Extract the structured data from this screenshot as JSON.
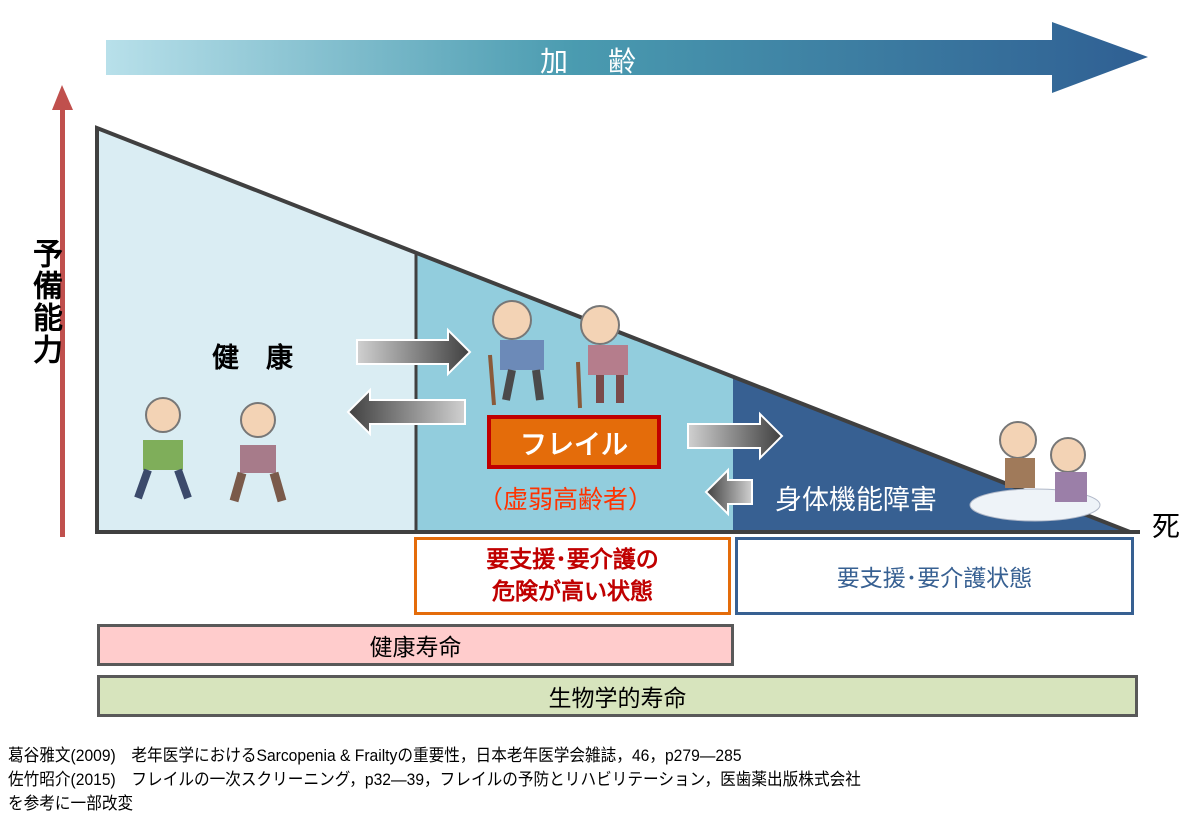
{
  "aging_label": "加　齢",
  "reserve_label": "予備能力",
  "death_label": "死",
  "stages": {
    "healthy": "健　康",
    "frailty": "フレイル",
    "frailty_sub": "（虚弱高齢者）",
    "disability": "身体機能障害"
  },
  "status_boxes": {
    "risk": [
      "要支援･要介護の",
      "危険が高い状態"
    ],
    "care": "要支援･要介護状態"
  },
  "lifespan_bars": {
    "healthy_life": "健康寿命",
    "biological_life": "生物学的寿命"
  },
  "references": [
    "葛谷雅文(2009)　老年医学におけるSarcopenia & Frailtyの重要性，日本老年医学会雑誌，46，p279―285",
    "佐竹昭介(2015)　フレイルの一次スクリーニング，p32―39，フレイルの予防とリハビリテーション，医歯薬出版株式会社",
    "を参考に一部改変"
  ],
  "colors": {
    "healthy_fill": "#daedf3",
    "frailty_fill": "#92cddd",
    "disability_fill": "#376092",
    "frailty_box": "#e46c0a",
    "risk_text": "#c00000",
    "healthy_bar": "#ffcccc",
    "bio_bar": "#d7e4bd"
  }
}
